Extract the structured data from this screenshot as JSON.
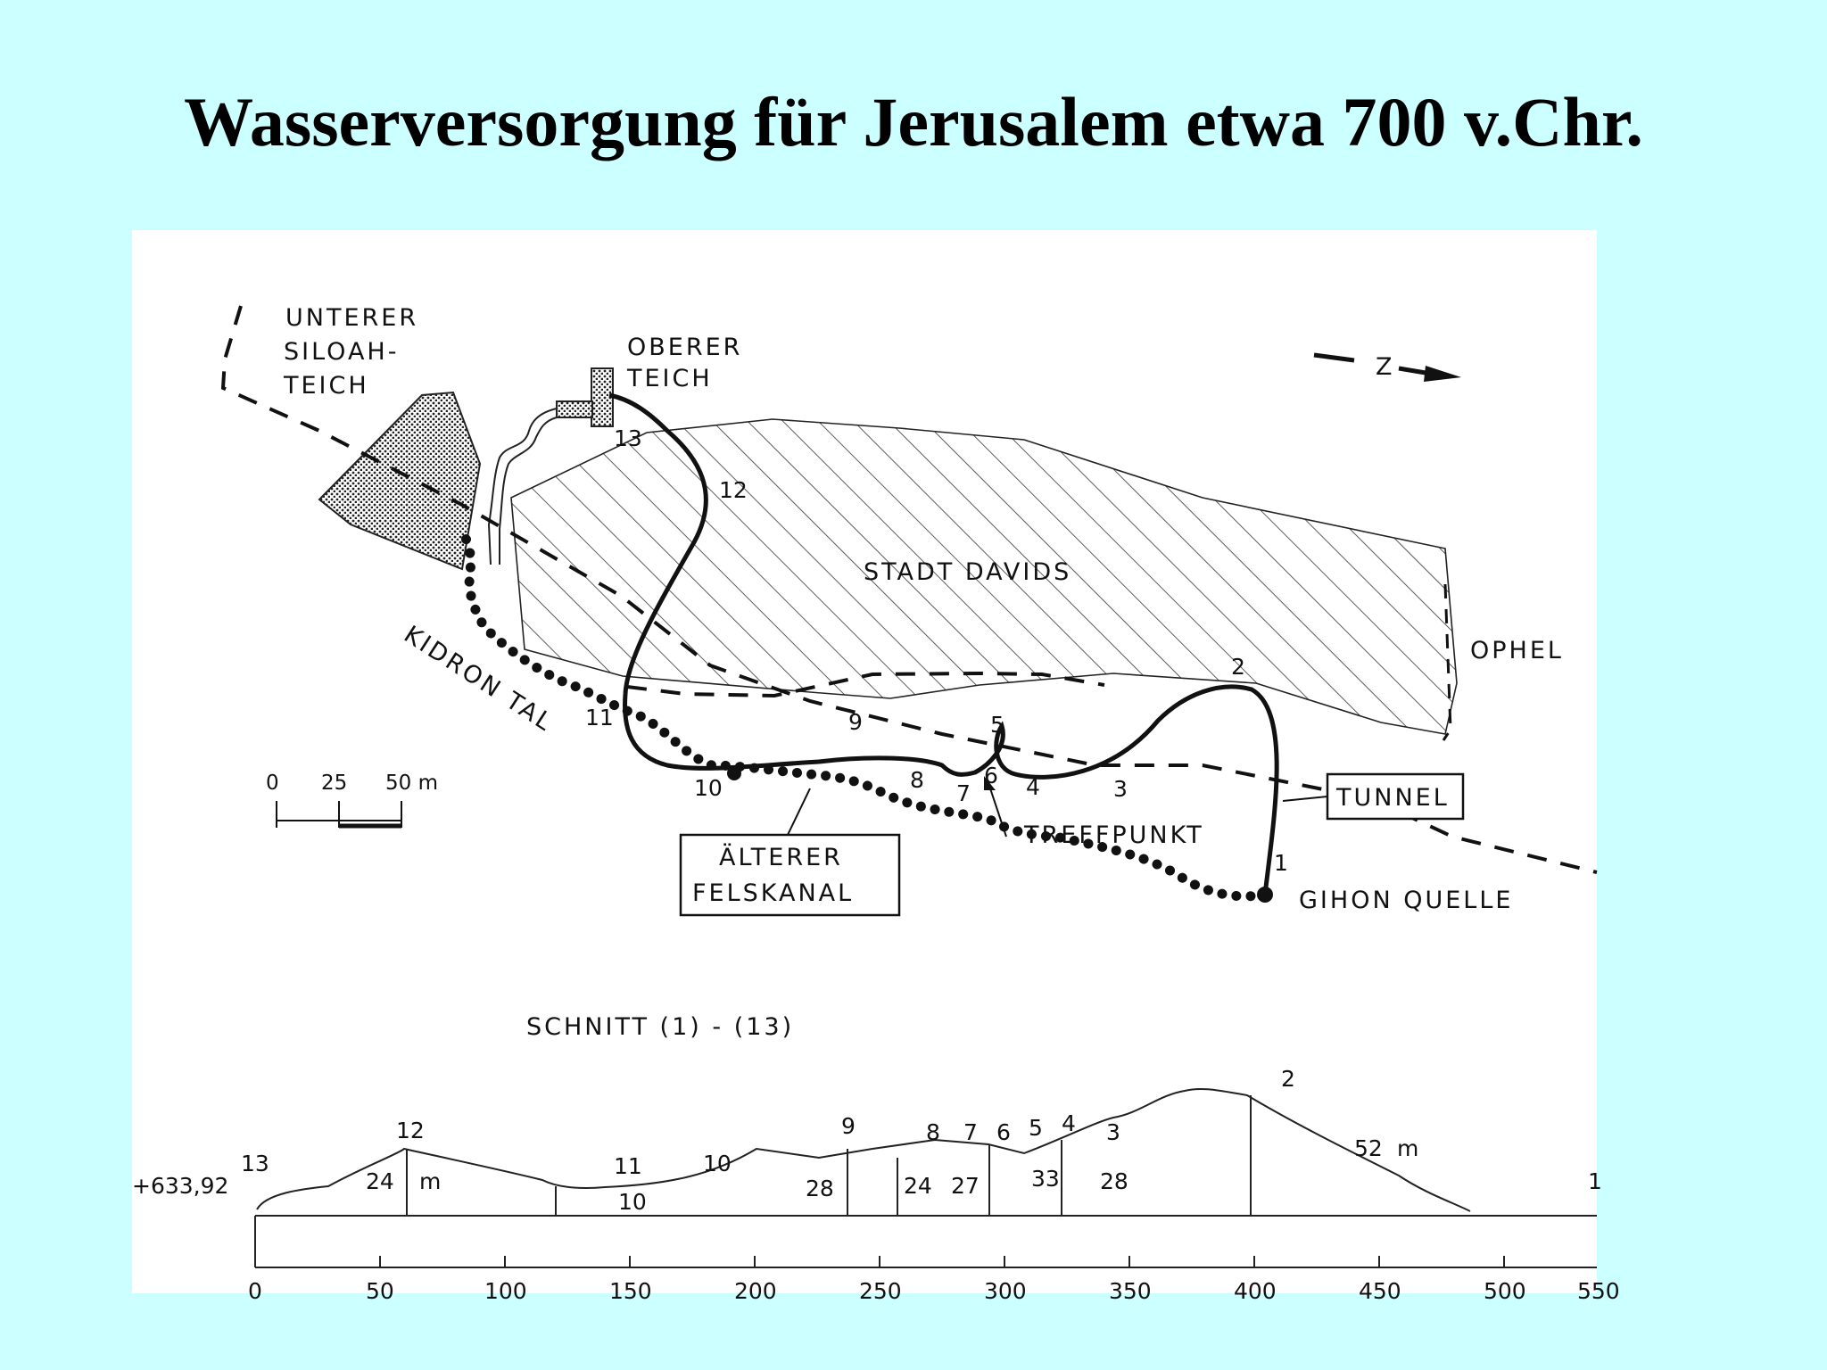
{
  "title": "Wasserversorgung für Jerusalem etwa 700 v.Chr.",
  "map": {
    "labels": {
      "unterer_line1": "UNTERER",
      "unterer_line2": "SILOAH-",
      "unterer_line3": "TEICH",
      "oberer_line1": "OBERER",
      "oberer_line2": "TEICH",
      "north_arrow": "Z",
      "stadt": "STADT DAVIDS",
      "ophel": "OPHEL",
      "kidron": "KIDRON TAL",
      "tunnel": "TUNNEL",
      "treffpunkt": "TREFFPUNKT",
      "felskanal_line1": "ÄLTERER",
      "felskanal_line2": "FELSKANAL",
      "gihon": "GIHON QUELLE"
    },
    "points": [
      "1",
      "2",
      "3",
      "4",
      "5",
      "6",
      "7",
      "8",
      "9",
      "10",
      "11",
      "12",
      "13"
    ],
    "scale": {
      "ticks": [
        "0",
        "25",
        "50 m"
      ]
    }
  },
  "section": {
    "title": "SCHNITT (1) - (13)",
    "elevation": "+633,92",
    "depths": {
      "d12": "24",
      "d12_unit": "m",
      "d11": "10",
      "d10": "28",
      "d8": "24",
      "d7": "27",
      "d4": "33",
      "d3": "28",
      "d2": "52",
      "d2_unit": "m"
    },
    "axis_ticks": [
      "0",
      "50",
      "100",
      "150",
      "200",
      "250",
      "300",
      "350",
      "400",
      "450",
      "500",
      "550"
    ]
  },
  "colors": {
    "background": "#ccffff",
    "panel": "#ffffff",
    "ink": "#111111"
  }
}
